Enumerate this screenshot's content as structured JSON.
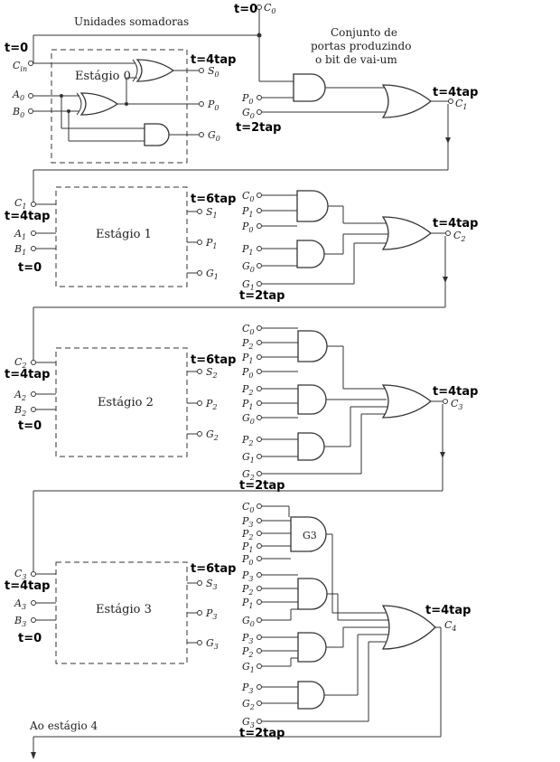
{
  "headings": {
    "summing_units": "Unidades somadoras",
    "carry_block_l1": "Conjunto de",
    "carry_block_l2": "portas produzindo",
    "carry_block_l3": "o bit de vai-um",
    "next_stage": "Ao estágio 4"
  },
  "stages": {
    "s0": "Estágio 0",
    "s1": "Estágio 1",
    "s2": "Estágio 2",
    "s3": "Estágio 3"
  },
  "gates": {
    "g3": "G3"
  },
  "timing": {
    "c0_top": "t=0",
    "cin": "t=0",
    "s0_out": "t=4tap",
    "c1_out": "t=4tap",
    "c1_gen": "t=2tap",
    "c1_in": "t=4tap",
    "s1_out": "t=6tap",
    "s1_ab": "t=0",
    "c2_out": "t=4tap",
    "c2_gen": "t=2tap",
    "c2_in": "t=4tap",
    "s2_out": "t=6tap",
    "s2_ab": "t=0",
    "c3_out": "t=4tap",
    "c3_gen": "t=2tap",
    "c3_in": "t=4tap",
    "s3_out": "t=6tap",
    "s3_ab": "t=0",
    "c4_out": "t=4tap",
    "c4_gen": "t=2tap"
  },
  "signals": {
    "C": "C",
    "A": "A",
    "B": "B",
    "S": "S",
    "P": "P",
    "G": "G",
    "in": "in",
    "n0": "0",
    "n1": "1",
    "n2": "2",
    "n3": "3",
    "n4": "4"
  }
}
